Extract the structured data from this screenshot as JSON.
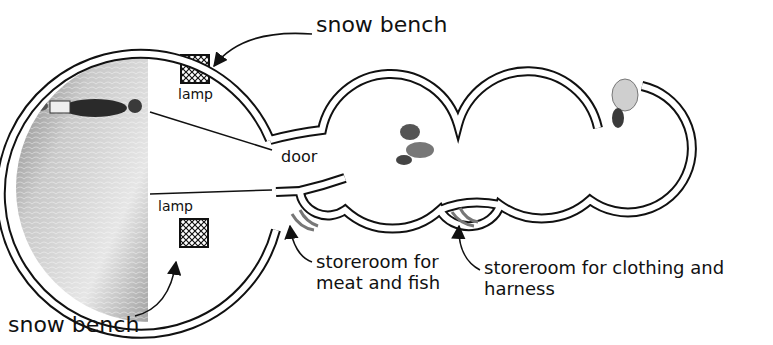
{
  "diagram": {
    "labels": [
      "snow bench",
      "lamp",
      "door",
      "lamp",
      "storeroom for meat and fish",
      "storeroom for clothing and harness",
      "snow bench"
    ]
  }
}
